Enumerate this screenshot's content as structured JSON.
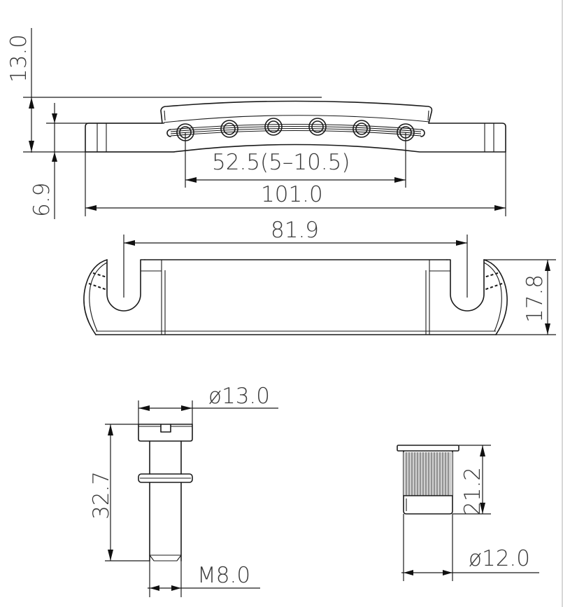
{
  "drawing": {
    "subject": "Tailpiece stopbar with studs and anchors",
    "colors": {
      "line": "#1a1a1a",
      "text": "#3a3a3a",
      "background": "#ffffff"
    }
  },
  "front_view": {
    "dimensions": {
      "overall_height": "13.0",
      "base_height": "6.9",
      "string_spacing": "52.5(5–10.5)",
      "overall_length": "101.0"
    },
    "string_holes": 6
  },
  "top_view": {
    "dimensions": {
      "stud_slot_spacing": "81.9",
      "width": "17.8"
    }
  },
  "stud": {
    "dimensions": {
      "head_diameter": "ø13.0",
      "length": "32.7",
      "thread": "M8.0"
    }
  },
  "anchor": {
    "dimensions": {
      "height": "21.2",
      "diameter": "ø12.0"
    }
  }
}
